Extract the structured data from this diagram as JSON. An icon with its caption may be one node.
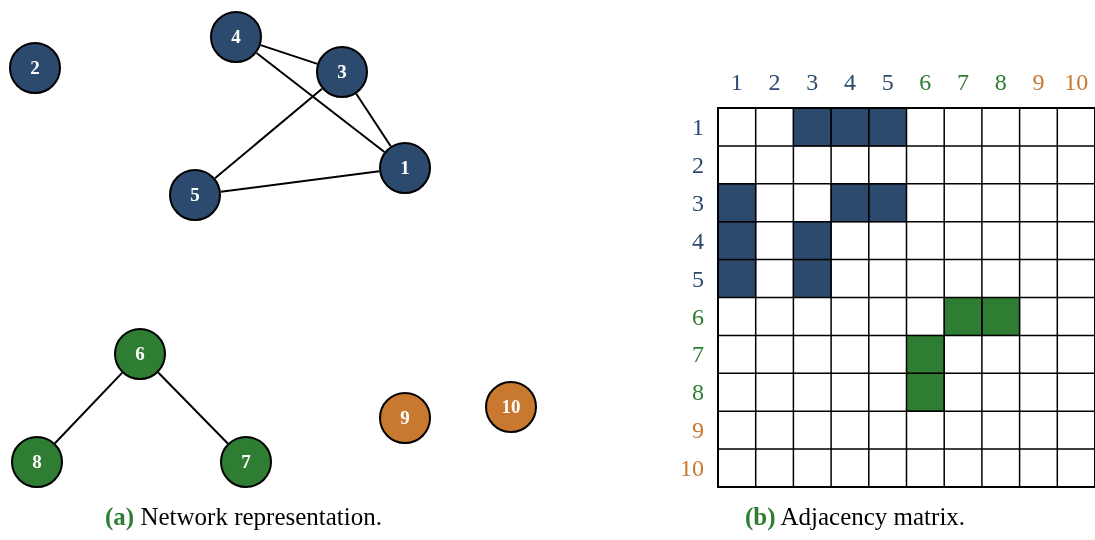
{
  "diagram": {
    "nodes": [
      {
        "text": [
          "1"
        ]
      },
      {
        "text": [
          "2"
        ]
      },
      {
        "text": [
          "3"
        ]
      },
      {
        "text": [
          "4"
        ]
      },
      {
        "text": [
          "5"
        ]
      },
      {
        "text": [
          "6"
        ]
      },
      {
        "text": [
          "7"
        ]
      },
      {
        "text": [
          "8"
        ]
      },
      {
        "text": [
          "9"
        ]
      },
      {
        "text": [
          "10"
        ]
      }
    ],
    "edges": [
      {
        "from": 3,
        "to": 2,
        "arrow": "none"
      },
      {
        "from": 3,
        "to": 0,
        "arrow": "none"
      },
      {
        "from": 2,
        "to": 0,
        "arrow": "none"
      },
      {
        "from": 2,
        "to": 4,
        "arrow": "none"
      },
      {
        "from": 4,
        "to": 0,
        "arrow": "none"
      },
      {
        "from": 5,
        "to": 7,
        "arrow": "none"
      },
      {
        "from": 5,
        "to": 6,
        "arrow": "none"
      }
    ],
    "labels": [
      "1",
      "2",
      "3",
      "4",
      "5",
      "6",
      "7",
      "8",
      "9",
      "10",
      "1",
      "2",
      "3",
      "4",
      "5",
      "6",
      "7",
      "8",
      "9",
      "10",
      "**(a)** Network representation.",
      "**(b)** Adjacency matrix."
    ]
  }
}
